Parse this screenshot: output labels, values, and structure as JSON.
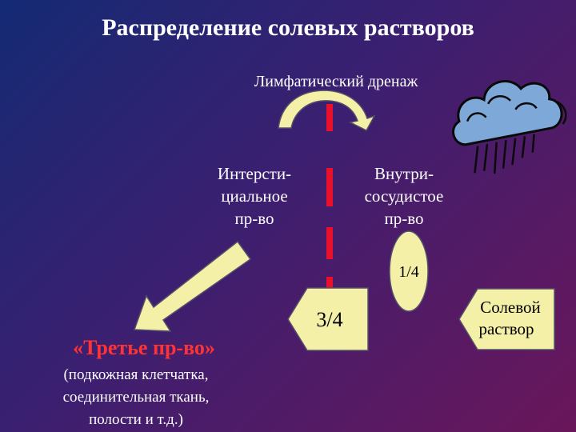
{
  "title": "Распределение солевых растворов",
  "lymph_drainage": "Лимфатический дренаж",
  "interstitial": "Интерсти-\nциальное\nпр-во",
  "intravascular": "Внутри-\nсосудистое\nпр-во",
  "fraction_quarter": "1/4",
  "fraction_three_quarters": "3/4",
  "saline": {
    "line1": "Солевой",
    "line2": "раствор"
  },
  "third_space": {
    "title": "«Третье пр-во»",
    "description": "(подкожная клетчатка,\nсоединительная ткань,\nполости и т.д.)"
  },
  "colors": {
    "membrane": "#e8102a",
    "shape_fill": "#f4f0a8",
    "third_title": "#ff3333"
  },
  "icons": {
    "cloud": "rain-cloud-icon"
  }
}
